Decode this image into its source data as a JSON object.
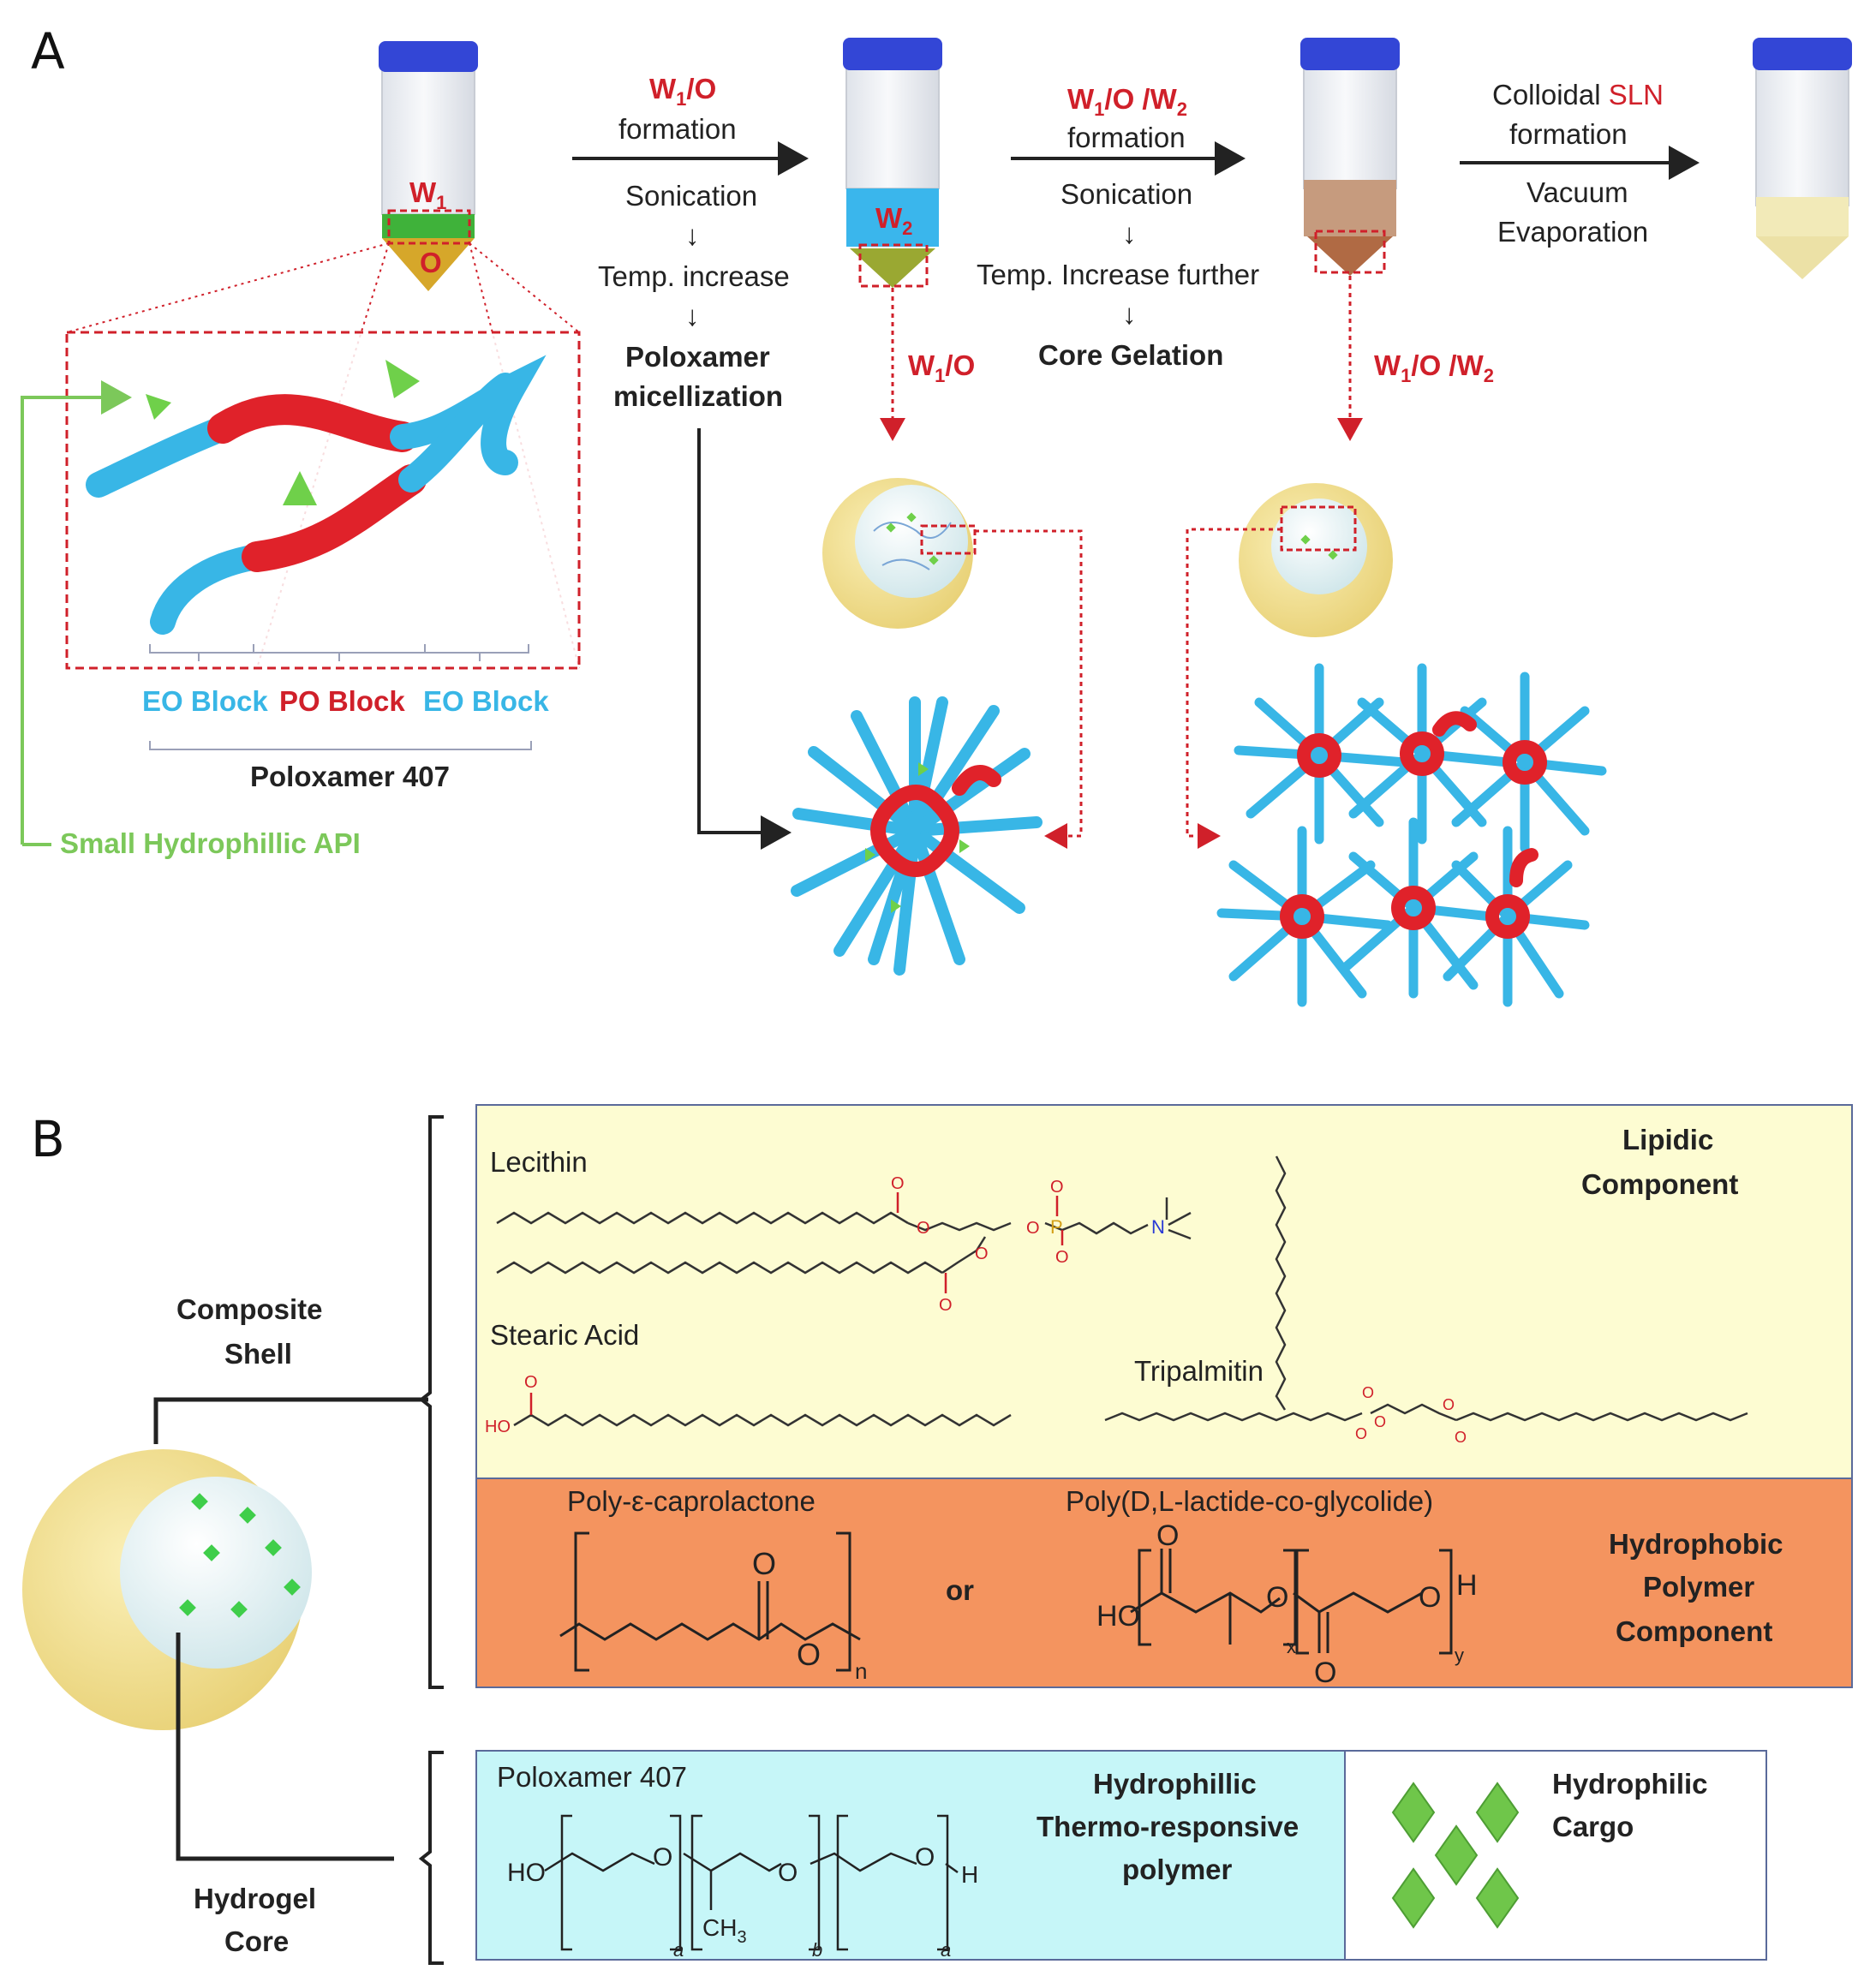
{
  "colors": {
    "ink": "#222222",
    "red": "#d0202a",
    "blue": "#38b6e6",
    "green": "#7cc85a",
    "cap": "#3346d6",
    "shell": "#f1de8e",
    "core": "#e9f4f6",
    "lipid_bg": "#fdfcd2",
    "polymer_bg": "#f4945f",
    "hydrophilic_bg": "#c6f6f8"
  },
  "panelA": {
    "label": "A",
    "tube1": {
      "w1": "W",
      "w1_sub": "1",
      "o": "O"
    },
    "zoom": {
      "eo_left": "EO Block",
      "po": "PO Block",
      "eo_right": "EO Block",
      "polymer_name": "Poloxamer 407"
    },
    "api_label": "Small Hydrophillic API",
    "step1": {
      "title_pre": "W",
      "title_sub": "1",
      "title_post": "/O",
      "line2": "formation",
      "s1": "Sonication",
      "arrow": "↓",
      "s2": "Temp. increase",
      "s3a": "Poloxamer",
      "s3b": "micellization"
    },
    "tube2": {
      "w2": "W",
      "w2_sub": "2"
    },
    "step2": {
      "t_pre": "W",
      "t_sub1": "1",
      "t_mid": "/O /W",
      "t_sub2": "2",
      "line2": "formation",
      "s1": "Sonication",
      "s2": "Temp. Increase further",
      "s3": "Core Gelation"
    },
    "step3": {
      "line1a": "Colloidal ",
      "line1b": "SLN",
      "line2": "formation",
      "s1": "Vacuum",
      "s2": "Evaporation"
    },
    "zoom_label_1": {
      "pre": "W",
      "sub": "1",
      "post": "/O"
    },
    "zoom_label_2": {
      "pre": "W",
      "sub1": "1",
      "mid": "/O /W",
      "sub2": "2"
    }
  },
  "panelB": {
    "label": "B",
    "shell_label": [
      "Composite",
      "Shell"
    ],
    "core_label": [
      "Hydrogel",
      "Core"
    ],
    "lipid": {
      "title": [
        "Lipidic",
        "Component"
      ],
      "lecithin": "Lecithin",
      "stearic": "Stearic Acid",
      "tripalmitin": "Tripalmitin",
      "atom_o": "O",
      "atom_p": "P",
      "atom_n": "N",
      "atom_ho": "HO"
    },
    "polymer": {
      "pcl": "Poly-ε-caprolactone",
      "or": "or",
      "plga": "Poly(D,L-lactide-co-glycolide)",
      "title": [
        "Hydrophobic",
        "Polymer",
        "Component"
      ],
      "atom_o": "O",
      "atom_ho": "HO",
      "atom_h": "H",
      "sub_n": "n",
      "sub_x": "x",
      "sub_y": "y"
    },
    "hydrophilic": {
      "poloxamer": "Poloxamer 407",
      "title": [
        "Hydrophillic",
        "Thermo-responsive",
        "polymer"
      ],
      "atom_ho": "HO",
      "atom_o": "O",
      "atom_h": "H",
      "ch3": "CH",
      "ch3_sub": "3",
      "sub_a": "a",
      "sub_b": "b"
    },
    "cargo": {
      "title": [
        "Hydrophilic",
        "Cargo"
      ]
    }
  }
}
